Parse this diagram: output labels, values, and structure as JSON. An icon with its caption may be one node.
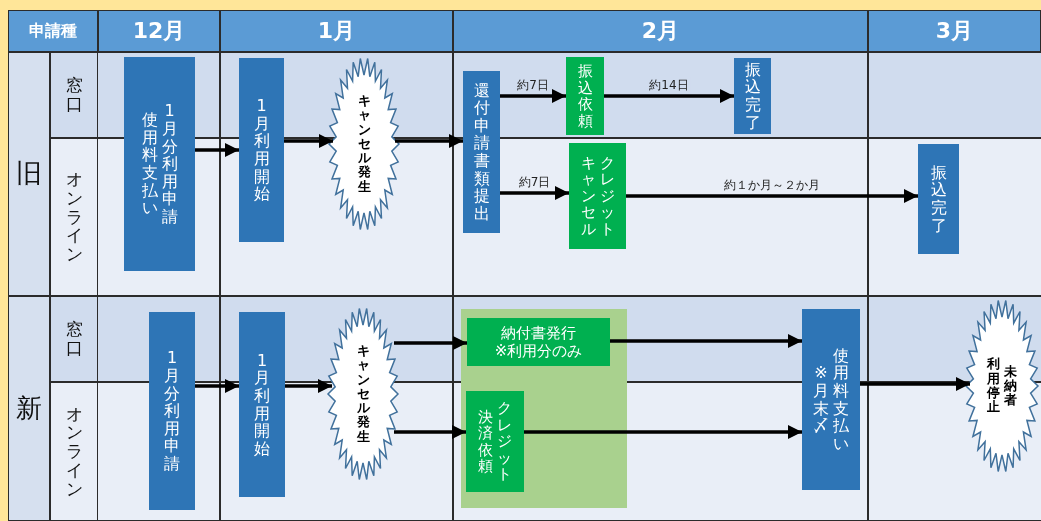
{
  "diagram": {
    "nodes": [
      {
        "text": [
          "使用料支払い",
          "1月分利用申請"
        ]
      },
      {
        "text": [
          "1月利用開始"
        ]
      },
      {
        "text": [
          "キャンセル発生"
        ]
      },
      {
        "text": [
          "還付申請書類提出"
        ]
      },
      {
        "text": [
          "振込依頼"
        ]
      },
      {
        "text": [
          "振込完了"
        ]
      },
      {
        "text": [
          "キャンセル",
          "クレジット"
        ]
      },
      {
        "text": [
          "振込完了"
        ]
      },
      {
        "text": [
          "1月分利用申請"
        ]
      },
      {
        "text": [
          "1月利用開始"
        ]
      },
      {
        "text": [
          "キャンセル発生"
        ]
      },
      {
        "text": [],
        "shape": "box"
      },
      {
        "text": [
          "納付書発行",
          "※利用分のみ"
        ],
        "in": 11
      },
      {
        "text": [
          "決済依頼",
          "クレジット"
        ],
        "in": 11
      },
      {
        "text": [
          "※月末〆",
          "使用料支払い"
        ]
      },
      {
        "text": [
          "利用停止",
          "未納者"
        ]
      }
    ],
    "edges": [
      {
        "from": 0,
        "to": 1,
        "arrow": "to"
      },
      {
        "from": 1,
        "to": 2,
        "arrow": "to"
      },
      {
        "from": 2,
        "to": 3,
        "arrow": "to"
      },
      {
        "from": 3,
        "to": 4,
        "arrow": "to",
        "label": "約7日"
      },
      {
        "from": 4,
        "to": 5,
        "arrow": "to",
        "label": "約14日"
      },
      {
        "from": 3,
        "to": 6,
        "arrow": "to",
        "label": "約7日"
      },
      {
        "from": 6,
        "to": 7,
        "arrow": "to",
        "label": "約１か月～２か月"
      },
      {
        "from": 8,
        "to": 9,
        "arrow": "to"
      },
      {
        "from": 9,
        "to": 10,
        "arrow": "to"
      },
      {
        "from": 10,
        "to": 12,
        "arrow": "to"
      },
      {
        "from": 10,
        "to": 13,
        "arrow": "to"
      },
      {
        "from": 12,
        "to": 14,
        "arrow": "to"
      },
      {
        "from": 13,
        "to": 14,
        "arrow": "to"
      },
      {
        "from": 14,
        "to": 15,
        "arrow": "to"
      }
    ],
    "labels": [
      "申請種",
      "12月",
      "1月",
      "2月",
      "3月",
      "旧",
      "窓口",
      "オンライン",
      "新",
      "窓口",
      "オンライン"
    ]
  }
}
